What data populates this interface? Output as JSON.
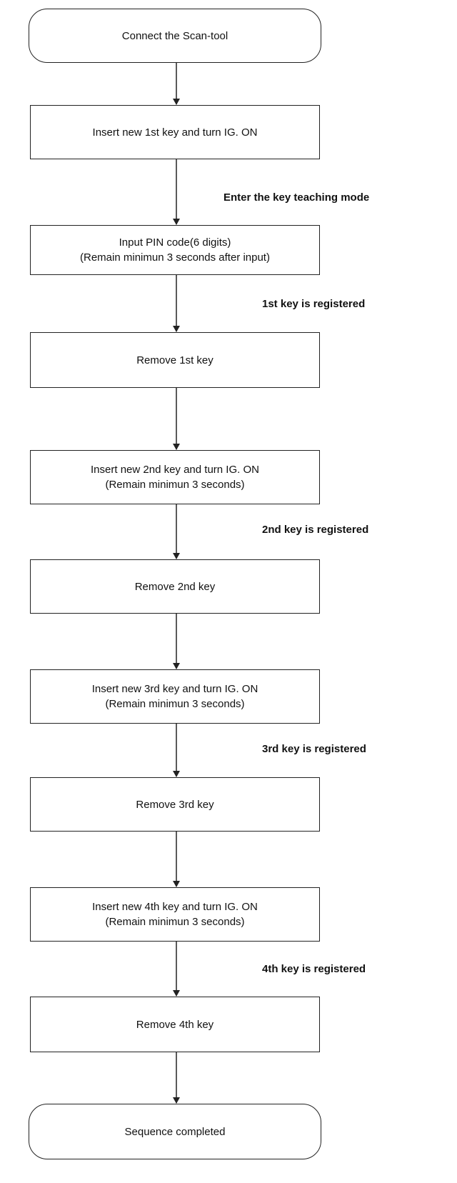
{
  "diagram": {
    "nodes": [
      {
        "id": "start",
        "shape": "terminal",
        "lines": [
          "Connect the Scan-tool"
        ]
      },
      {
        "id": "insert-key-1",
        "shape": "process",
        "lines": [
          "Insert new 1st key and turn IG. ON"
        ]
      },
      {
        "id": "input-pin",
        "shape": "process",
        "lines": [
          "Input PIN code(6 digits)",
          "(Remain minimun 3 seconds after input)"
        ]
      },
      {
        "id": "remove-key-1",
        "shape": "process",
        "lines": [
          "Remove 1st key"
        ]
      },
      {
        "id": "insert-key-2",
        "shape": "process",
        "lines": [
          "Insert new 2nd key and turn IG. ON",
          "(Remain minimun 3 seconds)"
        ]
      },
      {
        "id": "remove-key-2",
        "shape": "process",
        "lines": [
          "Remove 2nd key"
        ]
      },
      {
        "id": "insert-key-3",
        "shape": "process",
        "lines": [
          "Insert new 3rd key and turn IG. ON",
          "(Remain minimun 3 seconds)"
        ]
      },
      {
        "id": "remove-key-3",
        "shape": "process",
        "lines": [
          "Remove 3rd key"
        ]
      },
      {
        "id": "insert-key-4",
        "shape": "process",
        "lines": [
          "Insert new 4th key and turn IG. ON",
          "(Remain minimun 3 seconds)"
        ]
      },
      {
        "id": "remove-key-4",
        "shape": "process",
        "lines": [
          "Remove 4th key"
        ]
      },
      {
        "id": "end",
        "shape": "terminal",
        "lines": [
          "Sequence completed"
        ]
      }
    ],
    "edges": [
      {
        "from": "start",
        "to": "insert-key-1",
        "label": ""
      },
      {
        "from": "insert-key-1",
        "to": "input-pin",
        "label": "Enter the key teaching mode"
      },
      {
        "from": "input-pin",
        "to": "remove-key-1",
        "label": "1st key is registered"
      },
      {
        "from": "remove-key-1",
        "to": "insert-key-2",
        "label": ""
      },
      {
        "from": "insert-key-2",
        "to": "remove-key-2",
        "label": "2nd key is registered"
      },
      {
        "from": "remove-key-2",
        "to": "insert-key-3",
        "label": ""
      },
      {
        "from": "insert-key-3",
        "to": "remove-key-3",
        "label": "3rd key is registered"
      },
      {
        "from": "remove-key-3",
        "to": "insert-key-4",
        "label": ""
      },
      {
        "from": "insert-key-4",
        "to": "remove-key-4",
        "label": "4th key is registered"
      },
      {
        "from": "remove-key-4",
        "to": "end",
        "label": ""
      }
    ]
  }
}
